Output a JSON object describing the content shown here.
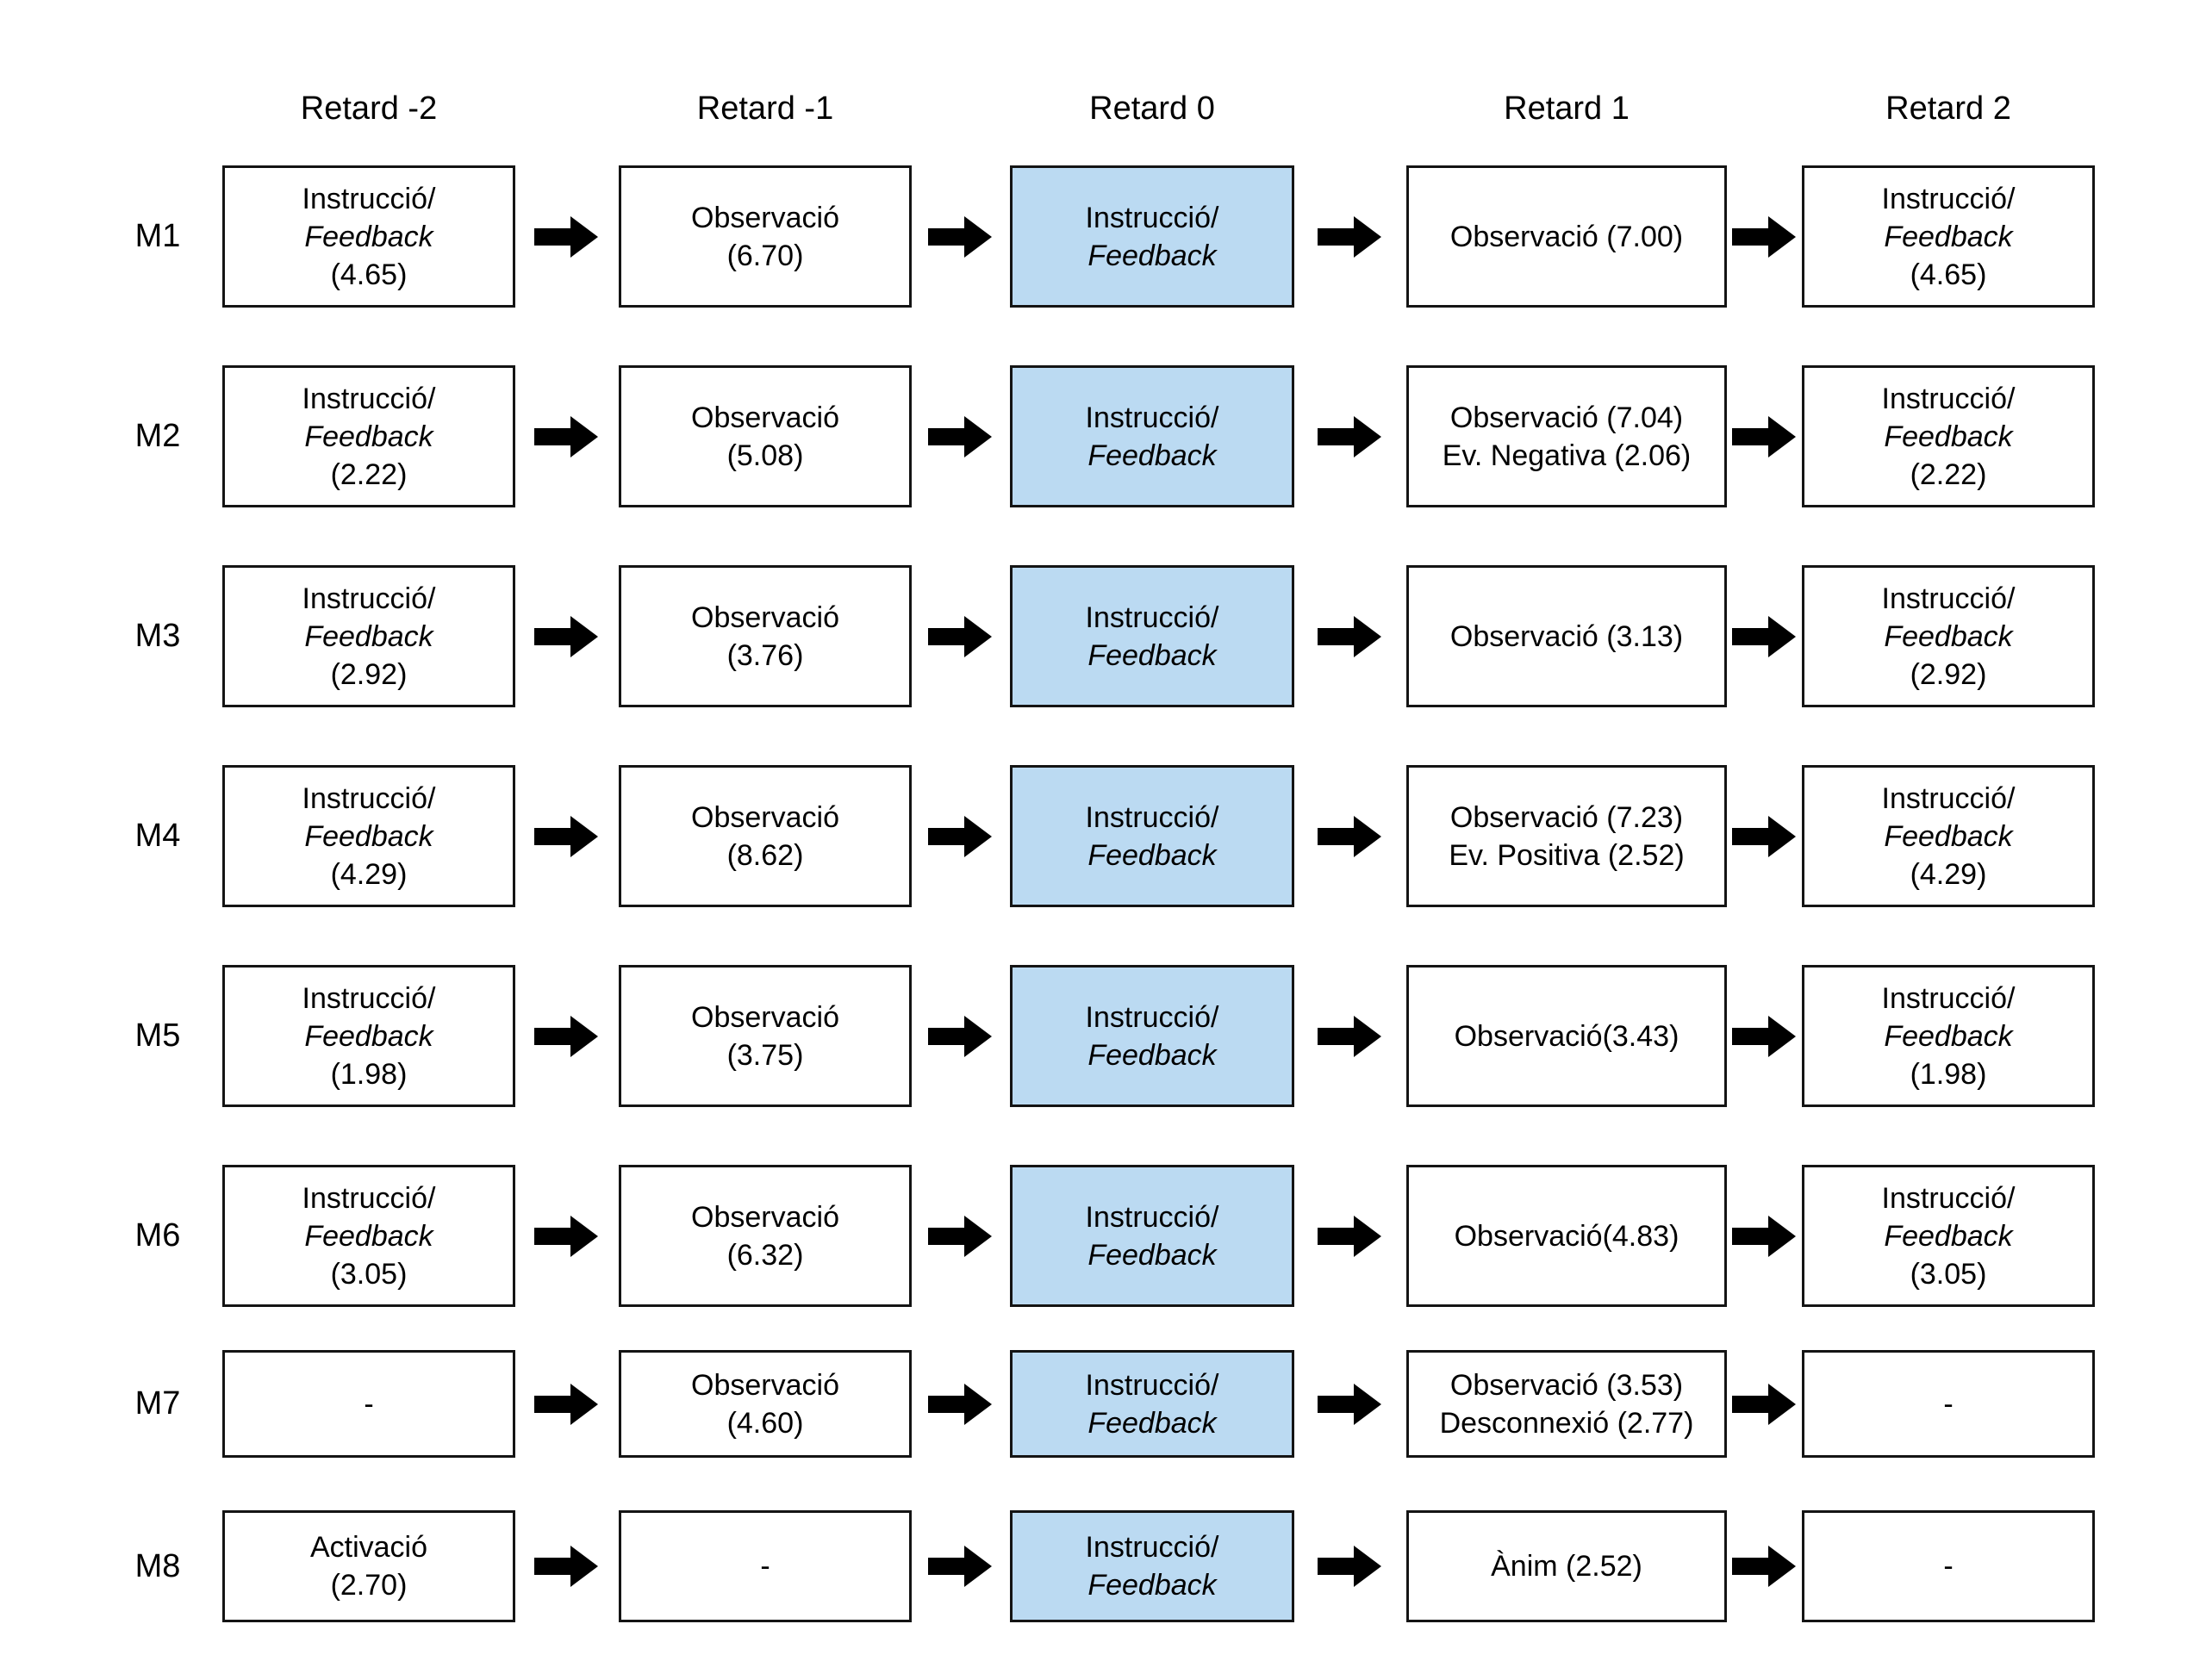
{
  "header": {
    "columns": [
      "Retard -2",
      "Retard -1",
      "Retard 0",
      "Retard 1",
      "Retard 2"
    ]
  },
  "colors": {
    "highlight_fill": "#BBDAF2",
    "box_border": "#141414",
    "arrow": "#000000"
  },
  "rows": [
    {
      "label": "M1",
      "cells": [
        {
          "highlight": false,
          "lines": [
            {
              "t": "Instrucció/"
            },
            {
              "t": "Feedback",
              "i": true
            },
            {
              "t": "(4.65)"
            }
          ]
        },
        {
          "highlight": false,
          "lines": [
            {
              "t": "Observació"
            },
            {
              "t": "(6.70)"
            }
          ]
        },
        {
          "highlight": true,
          "lines": [
            {
              "t": "Instrucció/"
            },
            {
              "t": "Feedback",
              "i": true
            }
          ]
        },
        {
          "highlight": false,
          "lines": [
            {
              "t": "Observació (7.00)"
            }
          ]
        },
        {
          "highlight": false,
          "lines": [
            {
              "t": "Instrucció/"
            },
            {
              "t": "Feedback",
              "i": true
            },
            {
              "t": "(4.65)"
            }
          ]
        }
      ]
    },
    {
      "label": "M2",
      "cells": [
        {
          "highlight": false,
          "lines": [
            {
              "t": "Instrucció/"
            },
            {
              "t": "Feedback",
              "i": true
            },
            {
              "t": "(2.22)"
            }
          ]
        },
        {
          "highlight": false,
          "lines": [
            {
              "t": "Observació"
            },
            {
              "t": "(5.08)"
            }
          ]
        },
        {
          "highlight": true,
          "lines": [
            {
              "t": "Instrucció/"
            },
            {
              "t": "Feedback",
              "i": true
            }
          ]
        },
        {
          "highlight": false,
          "lines": [
            {
              "t": "Observació (7.04)"
            },
            {
              "t": "Ev. Negativa (2.06)"
            }
          ]
        },
        {
          "highlight": false,
          "lines": [
            {
              "t": "Instrucció/"
            },
            {
              "t": "Feedback",
              "i": true
            },
            {
              "t": "(2.22)"
            }
          ]
        }
      ]
    },
    {
      "label": "M3",
      "cells": [
        {
          "highlight": false,
          "lines": [
            {
              "t": "Instrucció/"
            },
            {
              "t": "Feedback",
              "i": true
            },
            {
              "t": "(2.92)"
            }
          ]
        },
        {
          "highlight": false,
          "lines": [
            {
              "t": "Observació"
            },
            {
              "t": "(3.76)"
            }
          ]
        },
        {
          "highlight": true,
          "lines": [
            {
              "t": "Instrucció/"
            },
            {
              "t": "Feedback",
              "i": true
            }
          ]
        },
        {
          "highlight": false,
          "lines": [
            {
              "t": "Observació (3.13)"
            }
          ]
        },
        {
          "highlight": false,
          "lines": [
            {
              "t": "Instrucció/"
            },
            {
              "t": "Feedback",
              "i": true
            },
            {
              "t": "(2.92)"
            }
          ]
        }
      ]
    },
    {
      "label": "M4",
      "cells": [
        {
          "highlight": false,
          "lines": [
            {
              "t": "Instrucció/"
            },
            {
              "t": "Feedback",
              "i": true
            },
            {
              "t": "(4.29)"
            }
          ]
        },
        {
          "highlight": false,
          "lines": [
            {
              "t": "Observació"
            },
            {
              "t": "(8.62)"
            }
          ]
        },
        {
          "highlight": true,
          "lines": [
            {
              "t": "Instrucció/"
            },
            {
              "t": "Feedback",
              "i": true
            }
          ]
        },
        {
          "highlight": false,
          "lines": [
            {
              "t": "Observació (7.23)"
            },
            {
              "t": "Ev. Positiva (2.52)"
            }
          ]
        },
        {
          "highlight": false,
          "lines": [
            {
              "t": "Instrucció/"
            },
            {
              "t": "Feedback",
              "i": true
            },
            {
              "t": "(4.29)"
            }
          ]
        }
      ]
    },
    {
      "label": "M5",
      "cells": [
        {
          "highlight": false,
          "lines": [
            {
              "t": "Instrucció/"
            },
            {
              "t": "Feedback",
              "i": true
            },
            {
              "t": "(1.98)"
            }
          ]
        },
        {
          "highlight": false,
          "lines": [
            {
              "t": "Observació"
            },
            {
              "t": "(3.75)"
            }
          ]
        },
        {
          "highlight": true,
          "lines": [
            {
              "t": "Instrucció/"
            },
            {
              "t": "Feedback",
              "i": true
            }
          ]
        },
        {
          "highlight": false,
          "lines": [
            {
              "t": "Observació(3.43)"
            }
          ]
        },
        {
          "highlight": false,
          "lines": [
            {
              "t": "Instrucció/"
            },
            {
              "t": "Feedback",
              "i": true
            },
            {
              "t": "(1.98)"
            }
          ]
        }
      ]
    },
    {
      "label": "M6",
      "cells": [
        {
          "highlight": false,
          "lines": [
            {
              "t": "Instrucció/"
            },
            {
              "t": "Feedback",
              "i": true
            },
            {
              "t": "(3.05)"
            }
          ]
        },
        {
          "highlight": false,
          "lines": [
            {
              "t": "Observació"
            },
            {
              "t": "(6.32)"
            }
          ]
        },
        {
          "highlight": true,
          "lines": [
            {
              "t": "Instrucció/"
            },
            {
              "t": "Feedback",
              "i": true
            }
          ]
        },
        {
          "highlight": false,
          "lines": [
            {
              "t": "Observació(4.83)"
            }
          ]
        },
        {
          "highlight": false,
          "lines": [
            {
              "t": "Instrucció/"
            },
            {
              "t": "Feedback",
              "i": true
            },
            {
              "t": "(3.05)"
            }
          ]
        }
      ]
    },
    {
      "label": "M7",
      "cells": [
        {
          "highlight": false,
          "lines": [
            {
              "t": "-"
            }
          ]
        },
        {
          "highlight": false,
          "lines": [
            {
              "t": "Observació"
            },
            {
              "t": "(4.60)"
            }
          ]
        },
        {
          "highlight": true,
          "lines": [
            {
              "t": "Instrucció/"
            },
            {
              "t": "Feedback",
              "i": true
            }
          ]
        },
        {
          "highlight": false,
          "lines": [
            {
              "t": "Observació (3.53)"
            },
            {
              "t": "Desconnexió (2.77)"
            }
          ]
        },
        {
          "highlight": false,
          "lines": [
            {
              "t": "-"
            }
          ]
        }
      ]
    },
    {
      "label": "M8",
      "cells": [
        {
          "highlight": false,
          "lines": [
            {
              "t": "Activació"
            },
            {
              "t": "(2.70)"
            }
          ]
        },
        {
          "highlight": false,
          "lines": [
            {
              "t": "-"
            }
          ]
        },
        {
          "highlight": true,
          "lines": [
            {
              "t": "Instrucció/"
            },
            {
              "t": "Feedback",
              "i": true
            }
          ]
        },
        {
          "highlight": false,
          "lines": [
            {
              "t": "Ànim (2.52)"
            }
          ]
        },
        {
          "highlight": false,
          "lines": [
            {
              "t": "-"
            }
          ]
        }
      ]
    }
  ]
}
